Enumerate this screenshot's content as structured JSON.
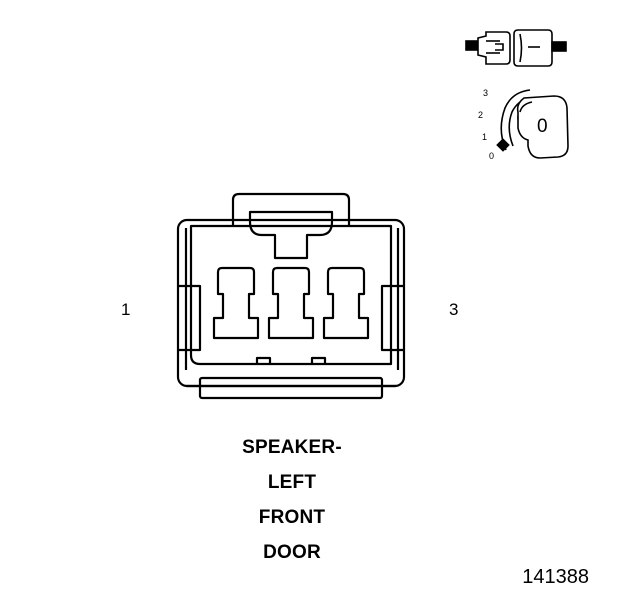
{
  "diagram": {
    "pins": {
      "left": "1",
      "right": "3"
    },
    "title_lines": [
      "SPEAKER-",
      "LEFT",
      "FRONT",
      "DOOR"
    ],
    "figure_id": "141388",
    "key_icon": {
      "positions": [
        "3",
        "2",
        "1",
        "0"
      ],
      "key_label": "0"
    }
  }
}
